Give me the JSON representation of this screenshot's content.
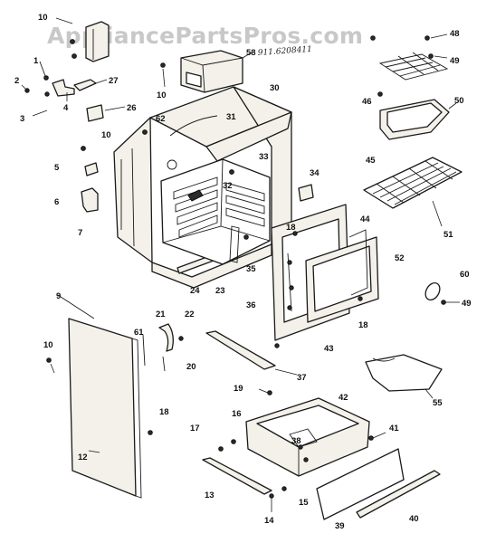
{
  "watermark": "AppliancePartsPros.com",
  "model_number": "911.6208411",
  "callouts": [
    {
      "id": "c10a",
      "text": "10"
    },
    {
      "id": "c58",
      "text": "58"
    },
    {
      "id": "c48",
      "text": "48"
    },
    {
      "id": "c49a",
      "text": "49"
    },
    {
      "id": "c1",
      "text": "1"
    },
    {
      "id": "c2",
      "text": "2"
    },
    {
      "id": "c3",
      "text": "3"
    },
    {
      "id": "c4",
      "text": "4"
    },
    {
      "id": "c27",
      "text": "27"
    },
    {
      "id": "c26",
      "text": "26"
    },
    {
      "id": "c10b",
      "text": "10"
    },
    {
      "id": "c30",
      "text": "30"
    },
    {
      "id": "c46",
      "text": "46"
    },
    {
      "id": "c50",
      "text": "50"
    },
    {
      "id": "c62",
      "text": "62"
    },
    {
      "id": "c31",
      "text": "31"
    },
    {
      "id": "c10c",
      "text": "10"
    },
    {
      "id": "c5",
      "text": "5"
    },
    {
      "id": "c33",
      "text": "33"
    },
    {
      "id": "c45",
      "text": "45"
    },
    {
      "id": "c32",
      "text": "32"
    },
    {
      "id": "c34",
      "text": "34"
    },
    {
      "id": "c6",
      "text": "6"
    },
    {
      "id": "c7",
      "text": "7"
    },
    {
      "id": "c51",
      "text": "51"
    },
    {
      "id": "c18a",
      "text": "18"
    },
    {
      "id": "c44",
      "text": "44"
    },
    {
      "id": "c52",
      "text": "52"
    },
    {
      "id": "c35",
      "text": "35"
    },
    {
      "id": "c24",
      "text": "24"
    },
    {
      "id": "c23",
      "text": "23"
    },
    {
      "id": "c60",
      "text": "60"
    },
    {
      "id": "c49b",
      "text": "49"
    },
    {
      "id": "c9",
      "text": "9"
    },
    {
      "id": "c36",
      "text": "36"
    },
    {
      "id": "c18b",
      "text": "18"
    },
    {
      "id": "c21",
      "text": "21"
    },
    {
      "id": "c22",
      "text": "22"
    },
    {
      "id": "c61",
      "text": "61"
    },
    {
      "id": "c43",
      "text": "43"
    },
    {
      "id": "c10d",
      "text": "10"
    },
    {
      "id": "c20",
      "text": "20"
    },
    {
      "id": "c37",
      "text": "37"
    },
    {
      "id": "c19",
      "text": "19"
    },
    {
      "id": "c55",
      "text": "55"
    },
    {
      "id": "c42",
      "text": "42"
    },
    {
      "id": "c18c",
      "text": "18"
    },
    {
      "id": "c17",
      "text": "17"
    },
    {
      "id": "c16",
      "text": "16"
    },
    {
      "id": "c41",
      "text": "41"
    },
    {
      "id": "c12",
      "text": "12"
    },
    {
      "id": "c38",
      "text": "38"
    },
    {
      "id": "c13",
      "text": "13"
    },
    {
      "id": "c15",
      "text": "15"
    },
    {
      "id": "c14",
      "text": "14"
    },
    {
      "id": "c39",
      "text": "39"
    },
    {
      "id": "c40",
      "text": "40"
    }
  ]
}
